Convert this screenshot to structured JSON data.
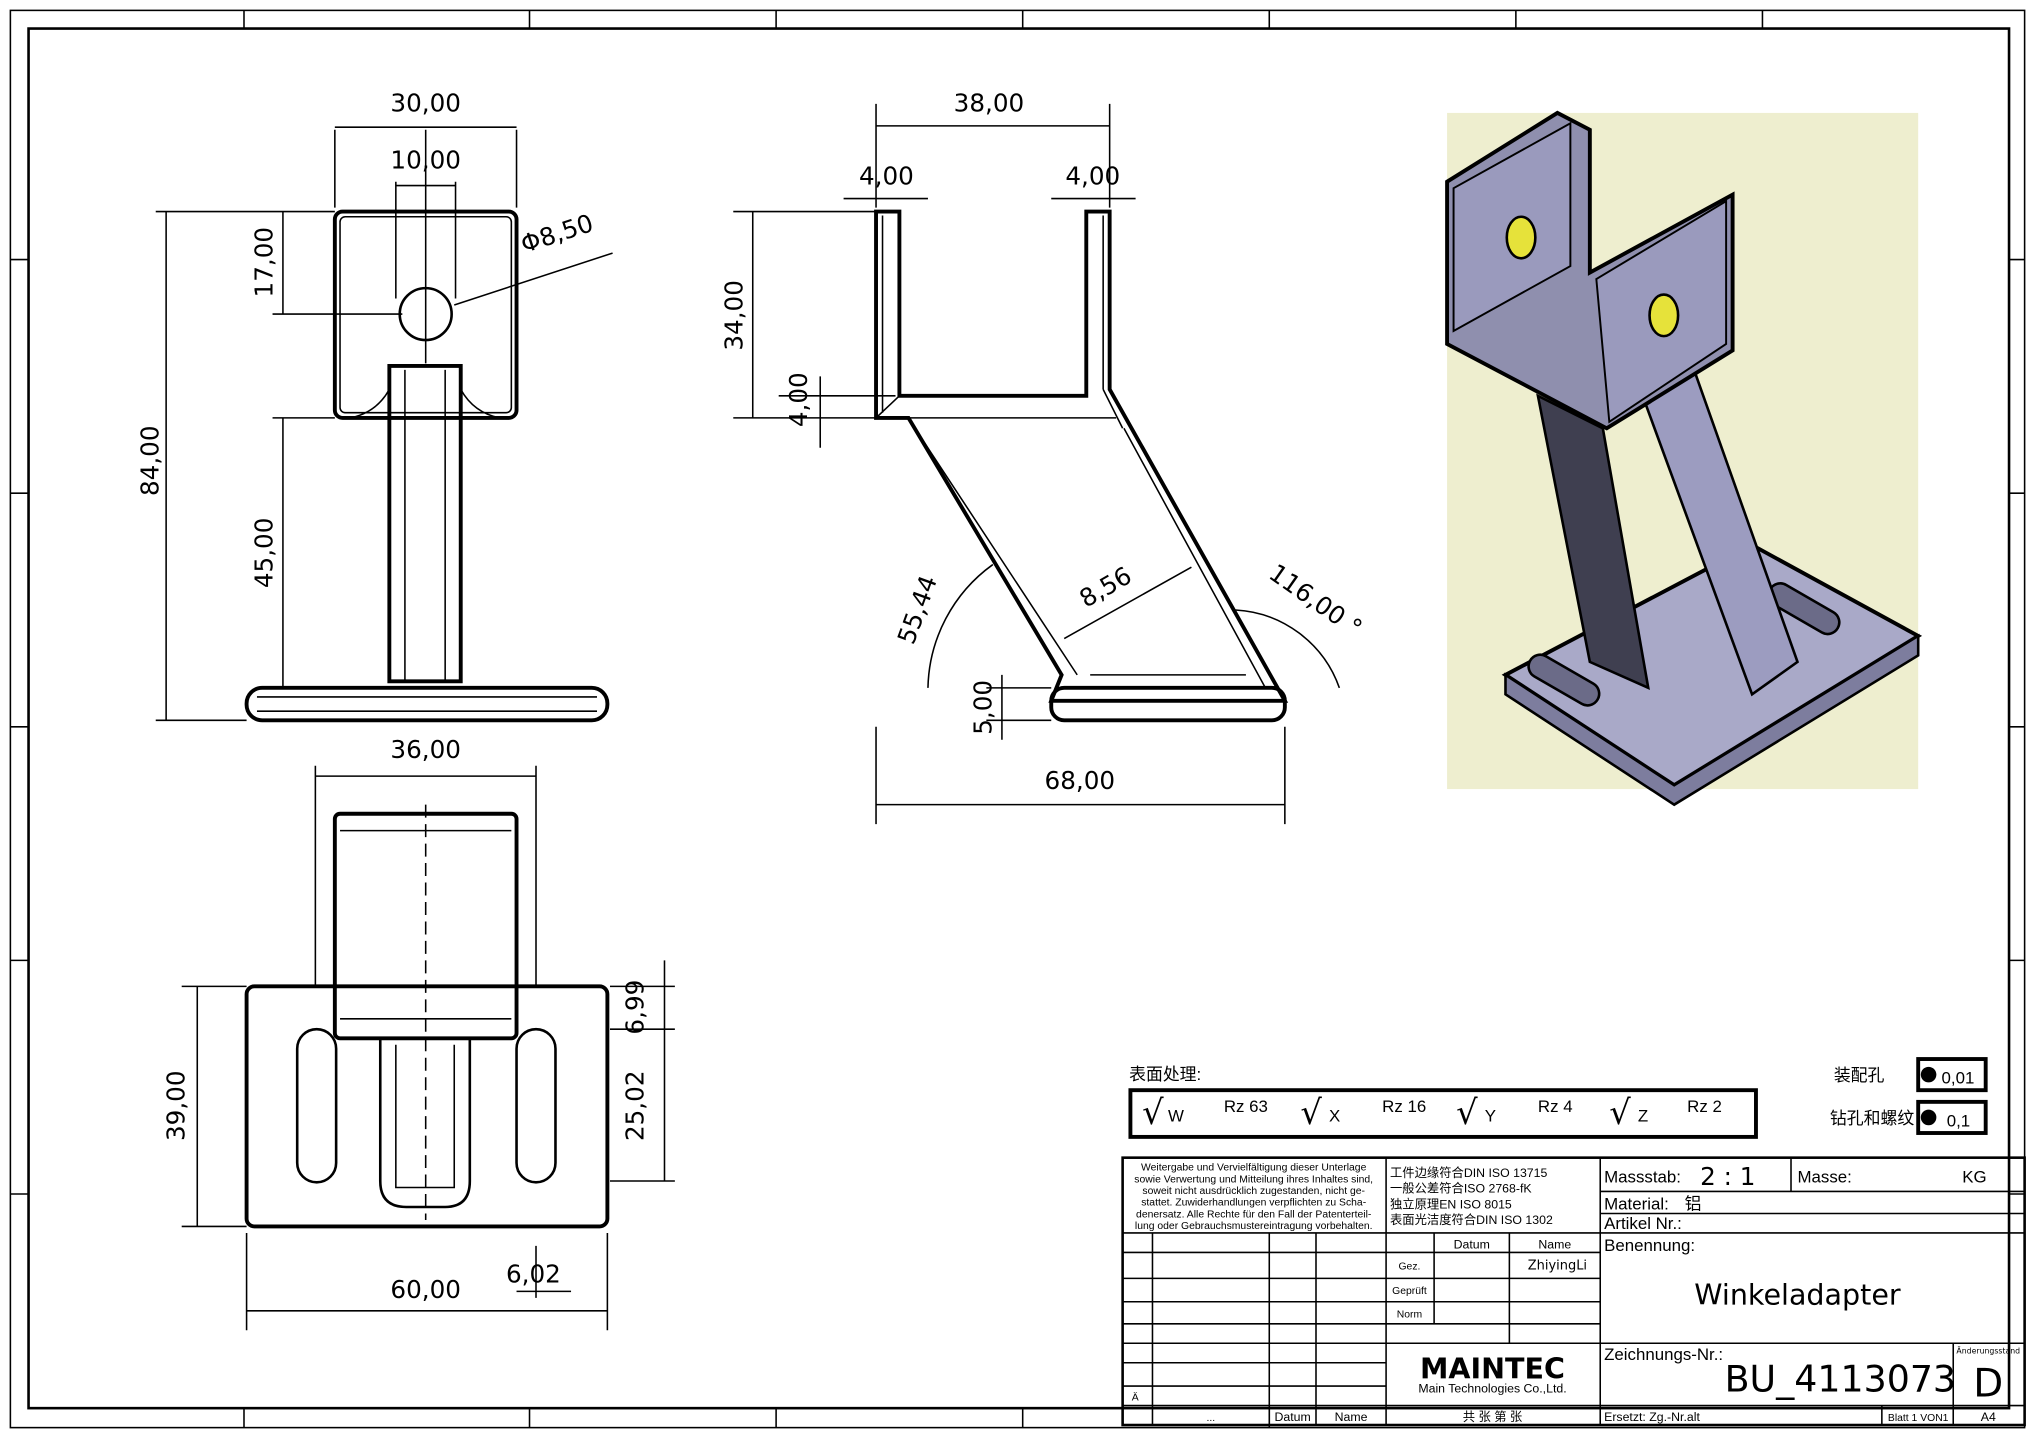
{
  "front_view": {
    "dims": [
      "30,00",
      "10,00",
      "Φ8,50",
      "17,00",
      "84,00",
      "45,00"
    ]
  },
  "side_view": {
    "dims": [
      "38,00",
      "4,00",
      "4,00",
      "34,00",
      "4,00",
      "8,56",
      "55,44",
      "116,00 °",
      "5,00",
      "68,00"
    ]
  },
  "bottom_view": {
    "dims": [
      "36,00",
      "6,99",
      "25,02",
      "39,00",
      "60,00",
      "6,02"
    ]
  },
  "surface": {
    "label": "表面处理:",
    "symbols": [
      {
        "sym": "W",
        "value": "Rz 63"
      },
      {
        "sym": "X",
        "value": "Rz 16"
      },
      {
        "sym": "Y",
        "value": "Rz 4"
      },
      {
        "sym": "Z",
        "value": "Rz 2"
      }
    ]
  },
  "tolerances": [
    {
      "label": "装配孔",
      "value": "0,01"
    },
    {
      "label": "钻孔和螺纹",
      "value": "0,1"
    }
  ],
  "title_block": {
    "legal": [
      "Weitergabe und Vervielfältigung dieser Unterlage",
      "sowie Verwertung und Mitteilung ihres Inhaltes sind,",
      "soweit nicht ausdrücklich zugestanden, nicht ge-",
      "stattet. Zuwiderhandlungen verpflichten zu Scha-",
      "denersatz. Alle Rechte für den Fall der Patenterteil-",
      "lung oder Gebrauchsmustereintragung vorbehalten."
    ],
    "standards": [
      "工件边缘符合DIN ISO 13715",
      "一般公差符合ISO 2768-fK",
      "独立原理EN ISO 8015",
      "表面光洁度符合DIN ISO 1302"
    ],
    "scale_label": "Massstab:",
    "scale_value": "2 : 1",
    "mass_label": "Masse:",
    "mass_unit": "KG",
    "material_label": "Material:",
    "material_value": "铝",
    "article_label": "Artikel Nr.:",
    "name_label": "Benennung:",
    "name_value": "Winkeladapter",
    "datum_header": "Datum",
    "name_header": "Name",
    "gez_label": "Gez.",
    "gez_name": "ZhiyingLi",
    "geprueft_label": "Geprüft",
    "norm_label": "Norm",
    "company_logo": "MAINTEC",
    "company_name": "Main Technologies Co.,Ltd.",
    "drawing_no_label": "Zeichnungs-Nr.:",
    "drawing_no": "BU_4113073",
    "revision_label": "Änderungsstand",
    "revision": "D",
    "change_mark": "Ä",
    "bottom_dots": "...",
    "bottom_datum": "Datum",
    "bottom_name": "Name",
    "sheet_cn": "共 张 第 张",
    "replaces": "Ersetzt: Zg.-Nr.alt",
    "sheet": "Blatt 1 VON1",
    "format": "A4"
  }
}
